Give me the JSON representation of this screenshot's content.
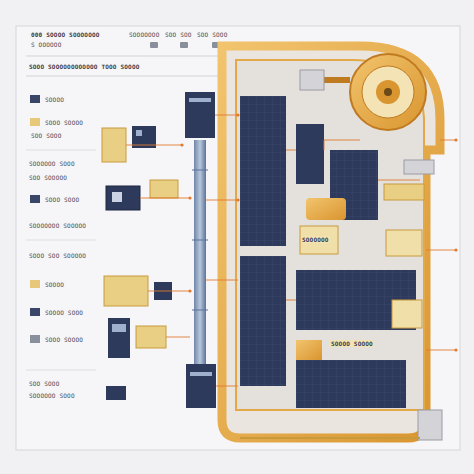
{
  "diagram": {
    "labels": [
      "000 SOOOO SOOOOOOO",
      "S OOOOOO",
      "SOOOOOOO",
      "SOO SOO",
      "SOO SOOO",
      "SOOO SOOOOOOOOOOOO TOOO SOOOO",
      "SOOOO",
      "SOOO SOOOO",
      "SOO SOOO",
      "SOOOOOO SOOO",
      "SOO SOOOOO",
      "SOOO SOOO",
      "SOOOOOOO SOOOOO",
      "SOOO SOO SOOOOO",
      "SOOOO",
      "SOOOO SOOO",
      "SOOO SOOOO",
      "SOO SOOO",
      "SOOOOOO SOOO",
      "SOOOOOO",
      "SOOOO SOOOO"
    ]
  }
}
